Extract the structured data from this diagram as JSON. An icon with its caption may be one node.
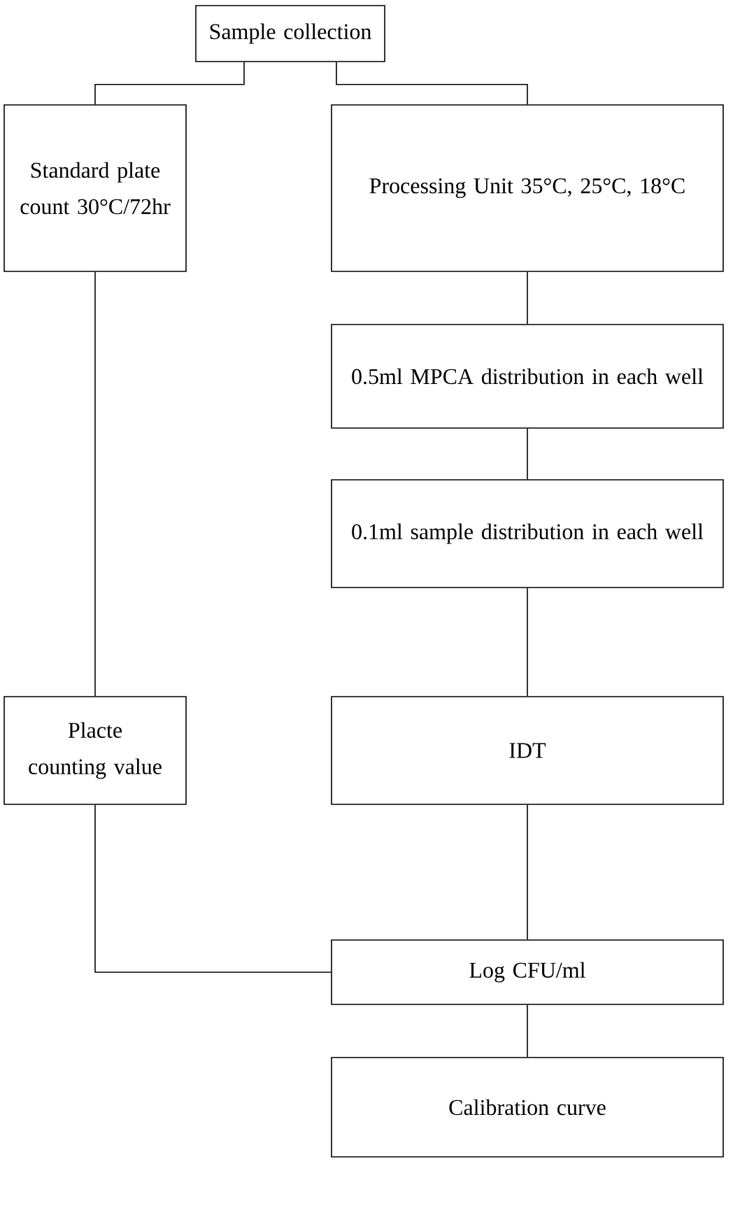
{
  "diagram": {
    "nodes": [
      {
        "text": [
          "Sample collection"
        ]
      },
      {
        "text": [
          "Standard plate count 30°C/72hr"
        ]
      },
      {
        "text": [
          "Processing Unit 35°C, 25°C, 18°C"
        ]
      },
      {
        "text": [
          "0.5ml MPCA distribution in each well"
        ]
      },
      {
        "text": [
          "0.1ml sample distribution in each well"
        ]
      },
      {
        "text": [
          "Placte counting value"
        ]
      },
      {
        "text": [
          "IDT"
        ]
      },
      {
        "text": [
          "Log CFU/ml"
        ]
      },
      {
        "text": [
          "Calibration curve"
        ]
      }
    ],
    "edges": [
      {
        "from": 0,
        "to": 1,
        "arrow": "none"
      },
      {
        "from": 0,
        "to": 2,
        "arrow": "none"
      },
      {
        "from": 1,
        "to": 5,
        "arrow": "none"
      },
      {
        "from": 2,
        "to": 3,
        "arrow": "none"
      },
      {
        "from": 3,
        "to": 4,
        "arrow": "none"
      },
      {
        "from": 4,
        "to": 6,
        "arrow": "none"
      },
      {
        "from": 6,
        "to": 7,
        "arrow": "none"
      },
      {
        "from": 5,
        "to": 7,
        "arrow": "none"
      },
      {
        "from": 7,
        "to": 8,
        "arrow": "none"
      }
    ]
  }
}
